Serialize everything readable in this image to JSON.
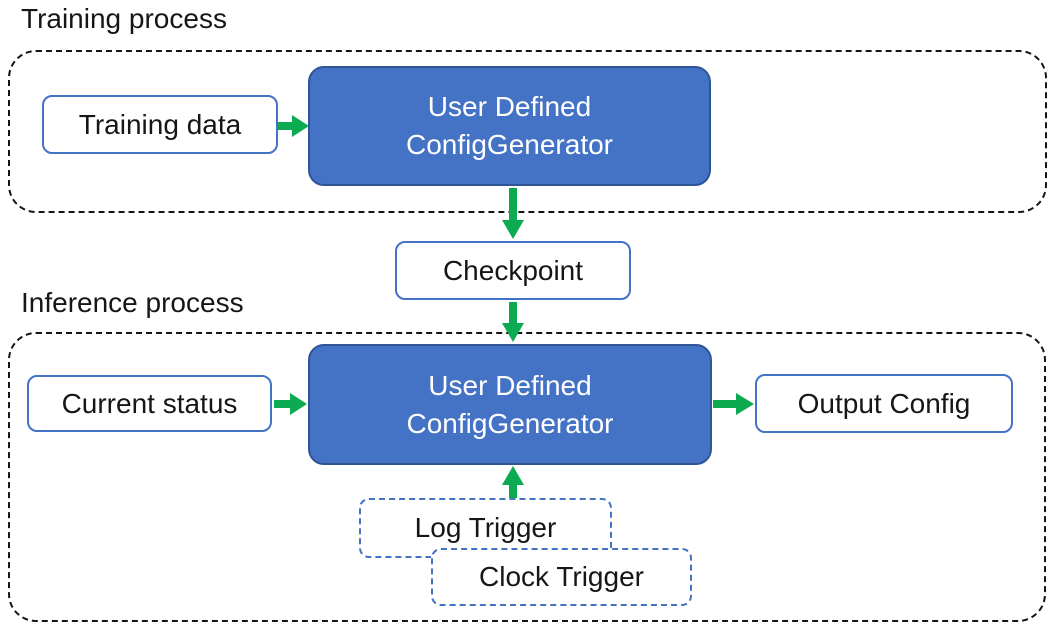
{
  "diagram": {
    "type": "flow-diagram",
    "colors": {
      "node_fill_blue": "#4472C4",
      "node_border_blue": "#2F5597",
      "outline_blue": "#4472C4",
      "arrow_green": "#0CAB52",
      "container_dash_black": "#141414",
      "node_text_white": "#ffffff",
      "text_black": "#161616"
    },
    "training": {
      "title": "Training process",
      "input_label": "Training data",
      "generator_line1": "User Defined",
      "generator_line2": "ConfigGenerator"
    },
    "checkpoint": {
      "label": "Checkpoint"
    },
    "inference": {
      "title": "Inference process",
      "input_label": "Current status",
      "generator_line1": "User Defined",
      "generator_line2": "ConfigGenerator",
      "output_label": "Output Config",
      "log_trigger_label": "Log Trigger",
      "clock_trigger_label": "Clock Trigger"
    },
    "edges": [
      "Training data -> User Defined ConfigGenerator (training)",
      "User Defined ConfigGenerator (training) -> Checkpoint",
      "Checkpoint -> User Defined ConfigGenerator (inference)",
      "Current status -> User Defined ConfigGenerator (inference)",
      "Log Trigger / Clock Trigger -> User Defined ConfigGenerator (inference)",
      "User Defined ConfigGenerator (inference) -> Output Config"
    ]
  }
}
